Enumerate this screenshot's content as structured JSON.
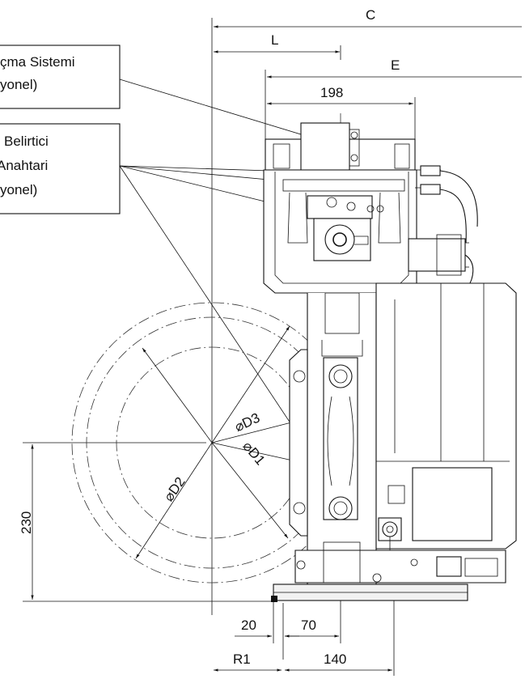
{
  "dimensions": {
    "C": "C",
    "L": "L",
    "E": "E",
    "w198": "198",
    "h230": "230",
    "d20": "20",
    "d70": "70",
    "R1": "R1",
    "d140": "140"
  },
  "diameters": {
    "D1": "⌀D1",
    "D2": "⌀D2",
    "D3": "⌀D3"
  },
  "callouts": {
    "box1": {
      "line1": "çma Sistemi",
      "line2": "yonel)"
    },
    "box2": {
      "line1": "Belirtici",
      "line2": "Anahtari",
      "line3": "yonel)"
    }
  }
}
